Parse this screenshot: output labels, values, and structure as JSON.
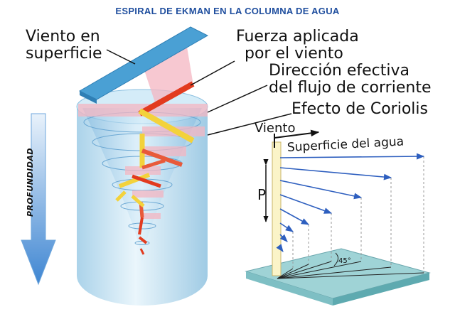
{
  "title": "ESPIRAL DE EKMAN EN LA COLUMNA DE AGUA",
  "labels": {
    "wind_surface": [
      "Viento en",
      "superficie"
    ],
    "applied_force": [
      "Fuerza aplicada",
      "por el viento"
    ],
    "effective_direction": [
      "Dirección efectiva",
      "del flujo de corriente"
    ],
    "coriolis": "Efecto de Coriolis",
    "depth": "PROFUNDIDAD",
    "wind": "Viento",
    "water_surface": "Superficie del agua",
    "p": "P",
    "angle": "45°"
  },
  "colors": {
    "title": "#1f4e9e",
    "water": "#bfe0f2",
    "depth_arrow": "#4a8fd6",
    "wind_slab": "#5aaad8",
    "force_red": "#e23b1f",
    "coriolis_yellow": "#f3d23b",
    "flow_pink": "#f4b6c2",
    "vector_blue": "#2e5fbf",
    "platform": "#9fd3d6"
  },
  "icons": [
    "depth-arrow-icon",
    "wind-arrow-icon"
  ]
}
